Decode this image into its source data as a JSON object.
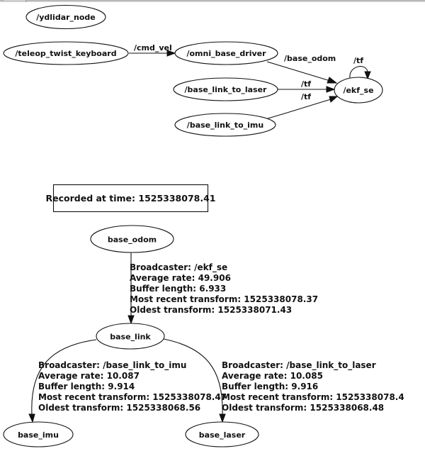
{
  "rosgraph": {
    "nodes": [
      {
        "id": "ydlidar",
        "label": "/ydlidar_node"
      },
      {
        "id": "teleop",
        "label": "/teleop_twist_keyboard"
      },
      {
        "id": "omni",
        "label": "/omni_base_driver"
      },
      {
        "id": "laser_tf",
        "label": "/base_link_to_laser"
      },
      {
        "id": "imu_tf",
        "label": "/base_link_to_imu"
      },
      {
        "id": "ekf",
        "label": "/ekf_se"
      }
    ],
    "edges": [
      {
        "from": "/teleop_twist_keyboard",
        "to": "/omni_base_driver",
        "label": "/cmd_vel"
      },
      {
        "from": "/omni_base_driver",
        "to": "/ekf_se",
        "label": "/base_odom"
      },
      {
        "from": "/base_link_to_laser",
        "to": "/ekf_se",
        "label": "/tf"
      },
      {
        "from": "/base_link_to_imu",
        "to": "/ekf_se",
        "label": "/tf"
      },
      {
        "from": "/ekf_se",
        "to": "/ekf_se",
        "label": "/tf"
      }
    ]
  },
  "tftree": {
    "recorded": "Recorded at time: 1525338078.41",
    "frames": [
      {
        "id": "base_odom",
        "label": "base_odom"
      },
      {
        "id": "base_link",
        "label": "base_link"
      },
      {
        "id": "base_imu",
        "label": "base_imu"
      },
      {
        "id": "base_laser",
        "label": "base_laser"
      }
    ],
    "links": [
      {
        "from": "base_odom",
        "to": "base_link",
        "lines": [
          "Broadcaster: /ekf_se",
          "Average rate: 49.906",
          "Buffer length: 6.933",
          "Most recent transform: 1525338078.37",
          "Oldest transform: 1525338071.43"
        ]
      },
      {
        "from": "base_link",
        "to": "base_imu",
        "lines": [
          "Broadcaster: /base_link_to_imu",
          "Average rate: 10.087",
          "Buffer length: 9.914",
          "Most recent transform: 1525338078.47",
          "Oldest transform: 1525338068.56"
        ]
      },
      {
        "from": "base_link",
        "to": "base_laser",
        "lines": [
          "Broadcaster: /base_link_to_laser",
          "Average rate: 10.085",
          "Buffer length: 9.916",
          "Most recent transform: 1525338078.4",
          "Oldest transform: 1525338068.48"
        ]
      }
    ]
  }
}
